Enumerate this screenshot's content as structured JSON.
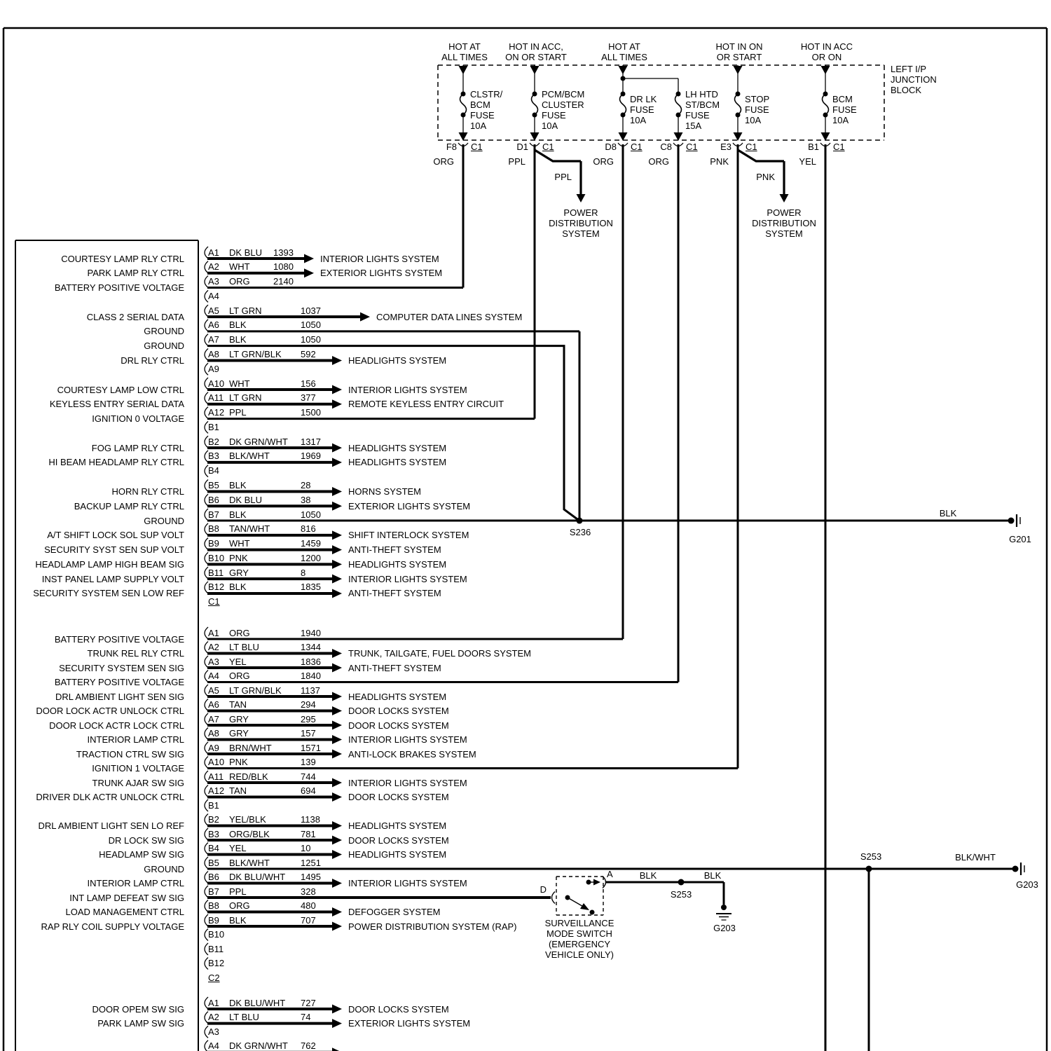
{
  "junction_block": {
    "name": "LEFT I/P\nJUNCTION\nBLOCK",
    "columns": [
      {
        "top_label": "HOT AT\nALL TIMES",
        "fuse_label": "CLSTR/\nBCM\nFUSE\n10A",
        "pin": "F8",
        "connector": "C1",
        "wire_color": "ORG"
      },
      {
        "top_label": "HOT IN ACC,\nON OR START",
        "fuse_label": "PCM/BCM\nCLUSTER\nFUSE\n10A",
        "pin": "D1",
        "connector": "C1",
        "wire_color": "PPL",
        "branch": {
          "wire_label": "PPL",
          "destination": "POWER\nDISTRIBUTION\nSYSTEM"
        }
      },
      {
        "top_label": "HOT AT\nALL TIMES",
        "fuse_label": "DR LK\nFUSE\n10A",
        "pin": "D8",
        "connector": "C1",
        "wire_color": "ORG"
      },
      {
        "fuse_label": "LH HTD\nST/BCM\nFUSE\n15A",
        "pin": "C8",
        "connector": "C1",
        "wire_color": "ORG"
      },
      {
        "top_label": "HOT IN ON\nOR START",
        "fuse_label": "STOP\nFUSE\n10A",
        "pin": "E3",
        "connector": "C1",
        "wire_color": "PNK",
        "branch": {
          "wire_label": "PNK",
          "destination": "POWER\nDISTRIBUTION\nSYSTEM"
        }
      },
      {
        "top_label": "HOT IN ACC\nOR ON",
        "fuse_label": "BCM\nFUSE\n10A",
        "pin": "B1",
        "connector": "C1",
        "wire_color": "YEL"
      }
    ]
  },
  "splices": [
    {
      "id": "s236",
      "label": "S236"
    },
    {
      "id": "s253r",
      "label": "S253"
    },
    {
      "id": "s253s",
      "label": "S253",
      "wire_label_left": "BLK",
      "wire_label_right": "BLK"
    }
  ],
  "grounds": [
    {
      "id": "g201",
      "label": "G201",
      "wire_label": "BLK"
    },
    {
      "id": "g203r",
      "label": "G203",
      "wire_label": "BLK/WHT"
    },
    {
      "id": "g203s",
      "label": "G203"
    }
  ],
  "surveillance_switch": {
    "pin_d": "D",
    "pin_a": "A",
    "caption": "SURVEILLANCE\nMODE SWITCH\n(EMERGENCY\nVEHICLE ONLY)"
  },
  "connector_blocks": [
    {
      "rows": [
        {
          "pin": "A1",
          "label": "COURTESY LAMP RLY CTRL",
          "color": "DK BLU",
          "circuit": "1393",
          "dest": "INTERIOR LIGHTS SYSTEM"
        },
        {
          "pin": "A2",
          "label": "PARK LAMP RLY CTRL",
          "color": "WHT",
          "circuit": "1080",
          "dest": "EXTERIOR LIGHTS SYSTEM"
        },
        {
          "pin": "A3",
          "label": "BATTERY POSITIVE VOLTAGE",
          "color": "ORG",
          "circuit": "2140",
          "route": "fuse-F8"
        },
        {
          "pin": "A4"
        },
        {
          "pin": "A5",
          "label": "CLASS 2 SERIAL DATA",
          "color": "LT GRN",
          "circuit": "1037",
          "dest": "COMPUTER DATA LINES SYSTEM"
        },
        {
          "pin": "A6",
          "label": "GROUND",
          "color": "BLK",
          "circuit": "1050",
          "route": "s236-straight"
        },
        {
          "pin": "A7",
          "label": "GROUND",
          "color": "BLK",
          "circuit": "1050",
          "route": "s236-angle"
        },
        {
          "pin": "A8",
          "label": "DRL RLY CTRL",
          "color": "LT GRN/BLK",
          "circuit": "592",
          "dest": "HEADLIGHTS SYSTEM"
        },
        {
          "pin": "A9"
        },
        {
          "pin": "A10",
          "label": "COURTESY LAMP LOW CTRL",
          "color": "WHT",
          "circuit": "156",
          "dest": "INTERIOR LIGHTS SYSTEM"
        },
        {
          "pin": "A11",
          "label": "KEYLESS ENTRY SERIAL DATA",
          "color": "LT GRN",
          "circuit": "377",
          "dest": "REMOTE KEYLESS ENTRY CIRCUIT"
        },
        {
          "pin": "A12",
          "label": "IGNITION 0 VOLTAGE",
          "color": "PPL",
          "circuit": "1500",
          "route": "fuse-D1"
        },
        {
          "pin": "B1"
        },
        {
          "pin": "B2",
          "label": "FOG LAMP RLY CTRL",
          "color": "DK GRN/WHT",
          "circuit": "1317",
          "dest": "HEADLIGHTS SYSTEM"
        },
        {
          "pin": "B3",
          "label": "HI BEAM HEADLAMP RLY CTRL",
          "color": "BLK/WHT",
          "circuit": "1969",
          "dest": "HEADLIGHTS SYSTEM"
        },
        {
          "pin": "B4"
        },
        {
          "pin": "B5",
          "label": "HORN RLY CTRL",
          "color": "BLK",
          "circuit": "28",
          "dest": "HORNS SYSTEM"
        },
        {
          "pin": "B6",
          "label": "BACKUP LAMP RLY CTRL",
          "color": "DK BLU",
          "circuit": "38",
          "dest": "EXTERIOR LIGHTS SYSTEM"
        },
        {
          "pin": "B7",
          "label": "GROUND",
          "color": "BLK",
          "circuit": "1050",
          "route": "g201"
        },
        {
          "pin": "B8",
          "label": "A/T SHIFT LOCK SOL SUP VOLT",
          "color": "TAN/WHT",
          "circuit": "816",
          "dest": "SHIFT INTERLOCK SYSTEM"
        },
        {
          "pin": "B9",
          "label": "SECURITY SYST SEN SUP VOLT",
          "color": "WHT",
          "circuit": "1459",
          "dest": "ANTI-THEFT SYSTEM"
        },
        {
          "pin": "B10",
          "label": "HEADLAMP LAMP HIGH BEAM SIG",
          "color": "PNK",
          "circuit": "1200",
          "dest": "HEADLIGHTS SYSTEM"
        },
        {
          "pin": "B11",
          "label": "INST PANEL LAMP SUPPLY VOLT",
          "color": "GRY",
          "circuit": "8",
          "dest": "INTERIOR LIGHTS SYSTEM"
        },
        {
          "pin": "B12",
          "label": "SECURITY SYSTEM SEN LOW REF",
          "color": "BLK",
          "circuit": "1835",
          "dest": "ANTI-THEFT SYSTEM"
        },
        {
          "pin": "C1",
          "end": true
        }
      ]
    },
    {
      "rows": [
        {
          "pin": "A1",
          "label": "BATTERY POSITIVE VOLTAGE",
          "color": "ORG",
          "circuit": "1940",
          "route": "fuse-D8"
        },
        {
          "pin": "A2",
          "label": "TRUNK REL RLY CTRL",
          "color": "LT BLU",
          "circuit": "1344",
          "dest": "TRUNK, TAILGATE, FUEL DOORS SYSTEM"
        },
        {
          "pin": "A3",
          "label": "SECURITY SYSTEM SEN SIG",
          "color": "YEL",
          "circuit": "1836",
          "dest": "ANTI-THEFT SYSTEM"
        },
        {
          "pin": "A4",
          "label": "BATTERY POSITIVE VOLTAGE",
          "color": "ORG",
          "circuit": "1840",
          "route": "fuse-C8"
        },
        {
          "pin": "A5",
          "label": "DRL AMBIENT LIGHT SEN SIG",
          "color": "LT GRN/BLK",
          "circuit": "1137",
          "dest": "HEADLIGHTS SYSTEM"
        },
        {
          "pin": "A6",
          "label": "DOOR LOCK ACTR UNLOCK CTRL",
          "color": "TAN",
          "circuit": "294",
          "dest": "DOOR LOCKS SYSTEM"
        },
        {
          "pin": "A7",
          "label": "DOOR LOCK ACTR LOCK CTRL",
          "color": "GRY",
          "circuit": "295",
          "dest": "DOOR LOCKS SYSTEM"
        },
        {
          "pin": "A8",
          "label": "INTERIOR LAMP CTRL",
          "color": "GRY",
          "circuit": "157",
          "dest": "INTERIOR LIGHTS SYSTEM"
        },
        {
          "pin": "A9",
          "label": "TRACTION CTRL SW SIG",
          "color": "BRN/WHT",
          "circuit": "1571",
          "dest": "ANTI-LOCK BRAKES SYSTEM"
        },
        {
          "pin": "A10",
          "label": "IGNITION 1 VOLTAGE",
          "color": "PNK",
          "circuit": "139",
          "route": "fuse-E3"
        },
        {
          "pin": "A11",
          "label": "TRUNK AJAR SW SIG",
          "color": "RED/BLK",
          "circuit": "744",
          "dest": "INTERIOR LIGHTS SYSTEM"
        },
        {
          "pin": "A12",
          "label": "DRIVER DLK ACTR UNLOCK CTRL",
          "color": "TAN",
          "circuit": "694",
          "dest": "DOOR LOCKS SYSTEM"
        },
        {
          "pin": "B1"
        },
        {
          "pin": "B2",
          "label": "DRL AMBIENT LIGHT SEN LO REF",
          "color": "YEL/BLK",
          "circuit": "1138",
          "dest": "HEADLIGHTS SYSTEM"
        },
        {
          "pin": "B3",
          "label": "DR LOCK SW SIG",
          "color": "ORG/BLK",
          "circuit": "781",
          "dest": "DOOR LOCKS SYSTEM"
        },
        {
          "pin": "B4",
          "label": "HEADLAMP SW SIG",
          "color": "YEL",
          "circuit": "10",
          "dest": "HEADLIGHTS SYSTEM"
        },
        {
          "pin": "B5",
          "label": "GROUND",
          "color": "BLK/WHT",
          "circuit": "1251",
          "route": "g203-right"
        },
        {
          "pin": "B6",
          "label": "INTERIOR LAMP CTRL",
          "color": "DK BLU/WHT",
          "circuit": "1495",
          "dest": "INTERIOR LIGHTS SYSTEM"
        },
        {
          "pin": "B7",
          "label": "INT LAMP DEFEAT SW SIG",
          "color": "PPL",
          "circuit": "328",
          "route": "switch"
        },
        {
          "pin": "B8",
          "label": "LOAD MANAGEMENT CTRL",
          "color": "ORG",
          "circuit": "480",
          "dest": "DEFOGGER SYSTEM"
        },
        {
          "pin": "B9",
          "label": "RAP RLY COIL SUPPLY VOLTAGE",
          "color": "BLK",
          "circuit": "707",
          "dest": "POWER DISTRIBUTION SYSTEM (RAP)"
        },
        {
          "pin": "B10"
        },
        {
          "pin": "B11"
        },
        {
          "pin": "B12"
        },
        {
          "pin": "C2",
          "end": true
        }
      ]
    },
    {
      "rows": [
        {
          "pin": "A1",
          "label": "DOOR OPEM SW SIG",
          "color": "DK BLU/WHT",
          "circuit": "727",
          "dest": "DOOR LOCKS SYSTEM"
        },
        {
          "pin": "A2",
          "label": "PARK LAMP SW SIG",
          "color": "LT BLU",
          "circuit": "74",
          "dest": "EXTERIOR LIGHTS SYSTEM"
        },
        {
          "pin": "A3"
        },
        {
          "pin": "A4",
          "color": "DK GRN/WHT",
          "circuit": "762",
          "dest": ""
        }
      ]
    }
  ]
}
